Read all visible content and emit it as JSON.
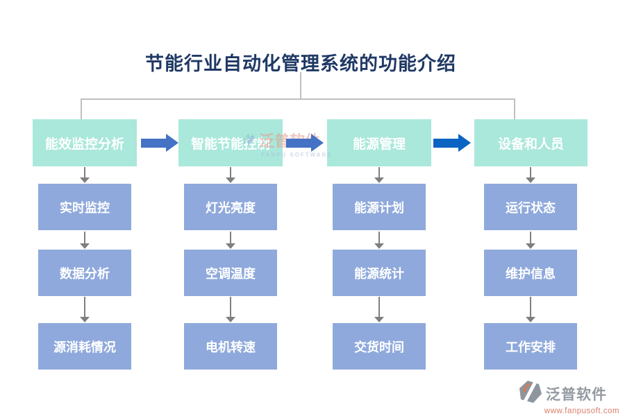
{
  "title": "节能行业自动化管理系统的功能介绍",
  "columns": [
    {
      "header": "能效监控分析",
      "items": [
        "实时监控",
        "数据分析",
        "源消耗情况"
      ]
    },
    {
      "header": "智能节能控制",
      "items": [
        "灯光亮度",
        "空调温度",
        "电机转速"
      ]
    },
    {
      "header": "能源管理",
      "items": [
        "能源计划",
        "能源统计",
        "交货时间"
      ]
    },
    {
      "header": "设备和人员",
      "items": [
        "运行状态",
        "维护信息",
        "工作安排"
      ]
    }
  ],
  "watermark": {
    "name": "泛普软件",
    "subtitle": "FANPU SOFTWARE"
  },
  "brand": {
    "name": "泛普软件",
    "url": "www.fanpusoft.com"
  },
  "colors": {
    "title_text": "#1F3864",
    "header_box": "#A9E8DB",
    "item_box": "#8FA9DC",
    "box_text": "#FFFFFF",
    "flow_arrow": "#4472C4",
    "flow_arrow_dark": "#0B63C2",
    "connector_line": "#BFBFBF",
    "down_arrow": "#7F7F7F",
    "brand_text": "#939AA1",
    "brand_url": "#D97F6A"
  }
}
